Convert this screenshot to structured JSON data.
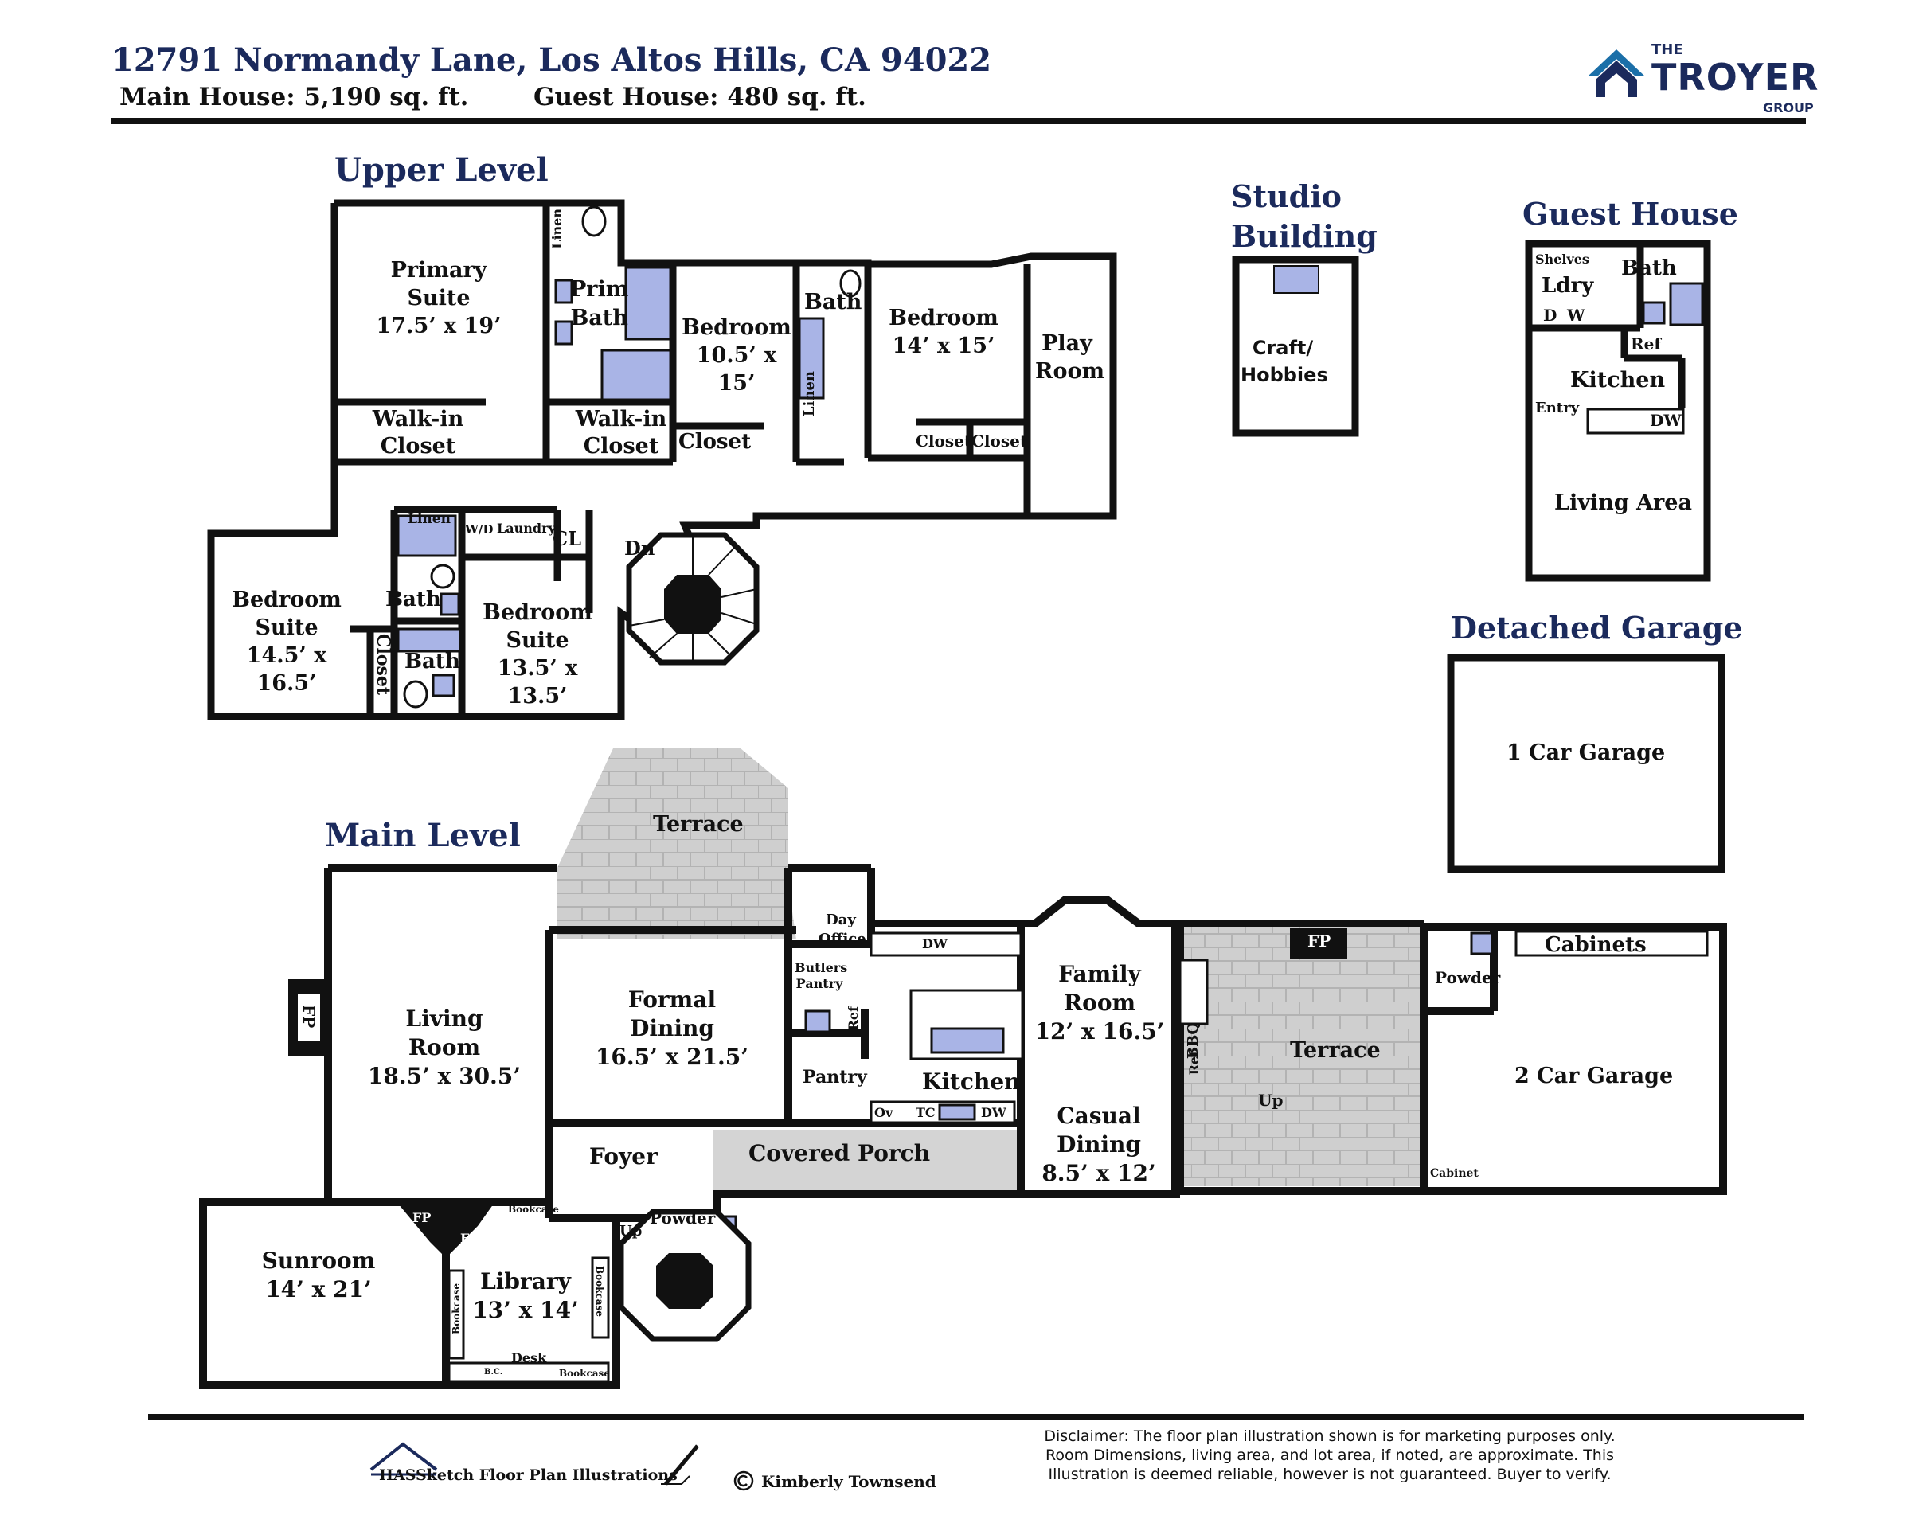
{
  "header": {
    "address": "12791 Normandy Lane, Los Altos Hills, CA 94022",
    "main_house": "Main House:  5,190 sq. ft.",
    "guest_house": "Guest House: 480 sq. ft."
  },
  "logo": {
    "the": "THE",
    "name": "TROYER",
    "group": "GROUP",
    "icon": "house-roof-logo-icon",
    "color": "#1b6fa8"
  },
  "sections": {
    "upper": "Upper Level",
    "main": "Main Level",
    "studio_line1": "Studio",
    "studio_line2": "Building",
    "guest": "Guest House",
    "garage": "Detached Garage"
  },
  "upper_rooms": {
    "primary_suite": [
      "Primary",
      "Suite",
      "17.5’ x 19’"
    ],
    "prim_bath": [
      "Prim",
      "Bath"
    ],
    "linen_top": "Linen",
    "walkin_1": [
      "Walk-in",
      "Closet"
    ],
    "walkin_2": [
      "Walk-in",
      "Closet"
    ],
    "bedroom_a": [
      "Bedroom",
      "10.5’ x 15’"
    ],
    "closet_a": "Closet",
    "bath_mid": "Bath",
    "linen_mid": "Linen",
    "bedroom_b": [
      "Bedroom",
      "14’ x 15’"
    ],
    "closet_b1": "Closet",
    "closet_b2": "Closet",
    "play_room": [
      "Play",
      "Room"
    ],
    "linen_low": "Linen",
    "wd": "W/D",
    "laundry": "Laundry",
    "cl": "CL",
    "dn": "Dn",
    "bedroom_suite_1": [
      "Bedroom",
      "Suite",
      "14.5’ x 16.5’"
    ],
    "bath_1": "Bath",
    "closet_v": "Closet",
    "bath_2": "Bath",
    "bedroom_suite_2": [
      "Bedroom",
      "Suite",
      "13.5’ x 13.5’"
    ]
  },
  "studio": {
    "label": [
      "Craft/",
      "Hobbies"
    ]
  },
  "guest_house": {
    "shelves": "Shelves",
    "ldry": "Ldry",
    "d": "D",
    "w": "W",
    "bath": "Bath",
    "ref": "Ref",
    "kitchen": "Kitchen",
    "entry": "Entry",
    "dw": "DW",
    "living": "Living Area"
  },
  "detached_garage": {
    "label": "1 Car Garage"
  },
  "main_rooms": {
    "terrace_top": "Terrace",
    "fp_living": "FP",
    "living": [
      "Living",
      "Room",
      "18.5’ x 30.5’"
    ],
    "formal_dining": [
      "Formal",
      "Dining",
      "16.5’ x 21.5’"
    ],
    "day_office": [
      "Day",
      "Office"
    ],
    "butlers_pantry": [
      "Butlers",
      "Pantry"
    ],
    "ref_b": "Ref",
    "pantry": "Pantry",
    "kitchen": "Kitchen",
    "dw_top": "DW",
    "ov": "Ov",
    "tc": "TC",
    "dw_low": "DW",
    "family": [
      "Family",
      "Room",
      "12’ x 16.5’"
    ],
    "casual": [
      "Casual",
      "Dining",
      "8.5’ x 12’"
    ],
    "bbq": "BBQ",
    "ref_t": "Ref",
    "terrace_right": "Terrace",
    "fp_terrace": "FP",
    "up_terrace": "Up",
    "powder_g": "Powder",
    "cabinets": "Cabinets",
    "cabinet": "Cabinet",
    "two_car": "2 Car Garage",
    "foyer": "Foyer",
    "covered_porch": "Covered Porch",
    "sunroom": [
      "Sunroom",
      "14’ x 21’"
    ],
    "fp_sun": "FP",
    "fp_lib": "FP",
    "bookcase_top": "Bookcase",
    "library": [
      "Library",
      "13’ x 14’"
    ],
    "bookcase_left": "Bookcase",
    "bookcase_right": "Bookcase",
    "desk": "Desk",
    "bc": "B.C.",
    "bookcase_bottom": "Bookcase",
    "powder_m": "Powder",
    "up_main": "Up"
  },
  "colors": {
    "wall": "#111111",
    "fixture": "#a9b4e6",
    "terrace": "#cfcfcf",
    "title": "#1b2a5c"
  },
  "footer": {
    "sketch": "HASSketch Floor Plan Illustrations",
    "copyright": "Kimberly Townsend",
    "disclaimer": [
      "Disclaimer: The floor plan illustration shown is for marketing purposes only.",
      "Room Dimensions, living area, and lot area, if noted, are approximate. This",
      "Illustration is deemed reliable, however is not guaranteed. Buyer to verify."
    ]
  }
}
